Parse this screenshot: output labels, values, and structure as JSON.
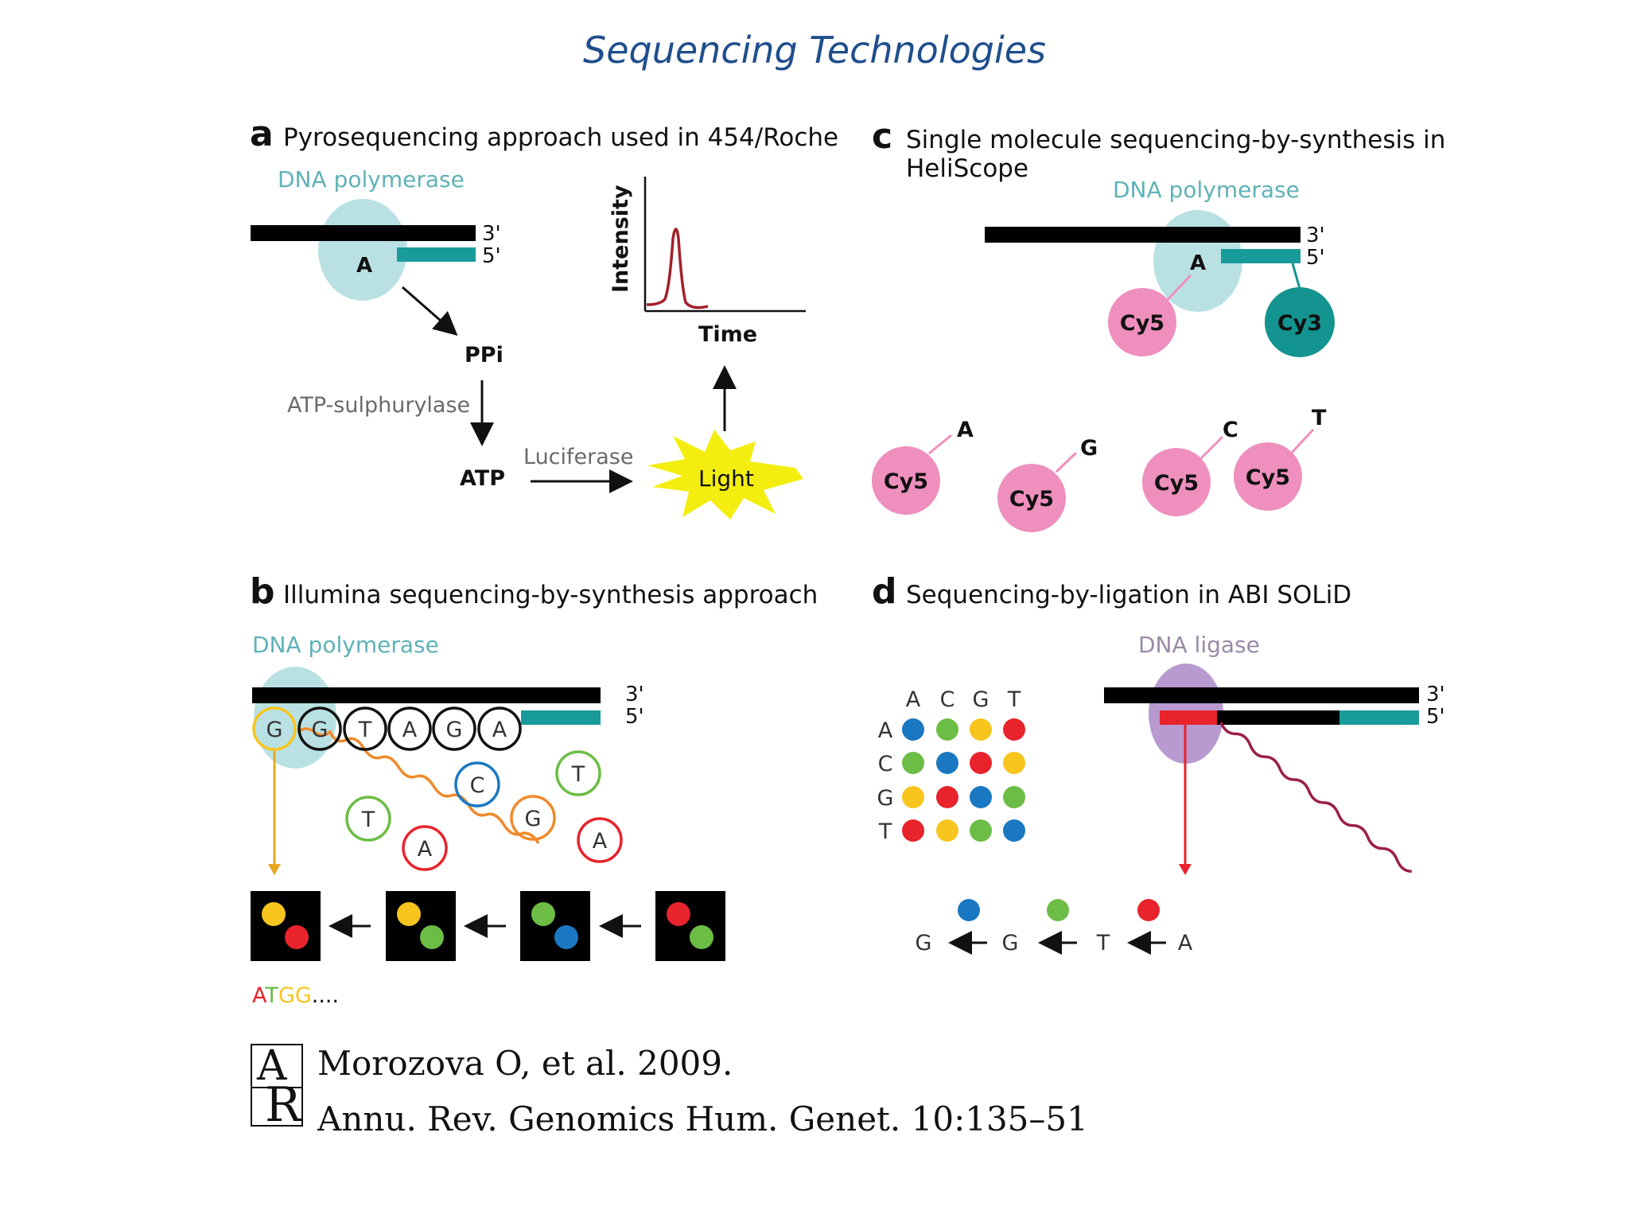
{
  "title": "Sequencing Technologies",
  "panel_a": {
    "letter": "a",
    "heading": "Pyrosequencing approach used in 454/Roche",
    "enzyme": "DNA polymerase",
    "base": "A",
    "end3": "3'",
    "end5": "5'",
    "ppi": "PPi",
    "sulphurylase": "ATP-sulphurylase",
    "atp": "ATP",
    "luciferase": "Luciferase",
    "light": "Light",
    "y_axis": "Intensity",
    "x_axis": "Time"
  },
  "panel_b": {
    "letter": "b",
    "heading": "Illumina sequencing-by-synthesis approach",
    "enzyme": "DNA polymerase",
    "end3": "3'",
    "end5": "5'",
    "incorporated": [
      "G",
      "G",
      "T",
      "A",
      "G",
      "A"
    ],
    "free": [
      "C",
      "T",
      "T",
      "G",
      "A",
      "A"
    ],
    "read": [
      "A",
      "T",
      "G",
      "G",
      "...."
    ]
  },
  "panel_c": {
    "letter": "c",
    "heading_line1": "Single molecule sequencing-by-synthesis in",
    "heading_line2": "HeliScope",
    "enzyme": "DNA polymerase",
    "base": "A",
    "end3": "3'",
    "end5": "5'",
    "cy5": "Cy5",
    "cy3": "Cy3",
    "nucleotides": [
      "A",
      "G",
      "C",
      "T"
    ]
  },
  "panel_d": {
    "letter": "d",
    "heading": "Sequencing-by-ligation in ABI SOLiD",
    "enzyme": "DNA ligase",
    "end3": "3'",
    "end5": "5'",
    "matrix_cols": [
      "A",
      "C",
      "G",
      "T"
    ],
    "matrix_rows": [
      "A",
      "C",
      "G",
      "T"
    ],
    "matrix_colors": [
      [
        "blue",
        "green",
        "yellow",
        "red"
      ],
      [
        "green",
        "blue",
        "red",
        "yellow"
      ],
      [
        "yellow",
        "red",
        "blue",
        "green"
      ],
      [
        "red",
        "yellow",
        "green",
        "blue"
      ]
    ],
    "decoded": [
      "G",
      "G",
      "T",
      "A"
    ]
  },
  "citation": {
    "line1": "Morozova O, et al. 2009.",
    "line2": "Annu. Rev. Genomics Hum. Genet. 10:135–51"
  },
  "colors": {
    "title": "#1f4e8c",
    "polymerase": "#b9e1e4",
    "teal": "#1a9b9b",
    "cy5": "#ee8fbd",
    "cy3": "#139490",
    "ligase": "#b89ad0",
    "red": "#e8232c",
    "green": "#6cbd45",
    "blue": "#1a78c2",
    "yellow": "#f7c51e",
    "orange": "#ef8a2b",
    "maroon": "#9b2045",
    "light_burst": "#f4ee10"
  }
}
